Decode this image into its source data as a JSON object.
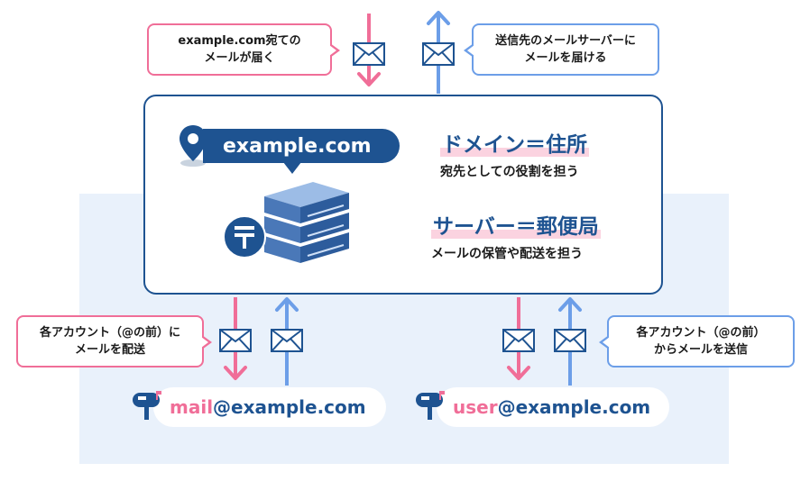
{
  "colors": {
    "navy": "#1e5391",
    "pink": "#f06e98",
    "blue": "#6c9ee8",
    "panel": "#e9f1fb",
    "highlight": "#fbd3e0"
  },
  "bubbles": {
    "top_left": [
      "example.com宛ての",
      "メールが届く"
    ],
    "top_right": [
      "送信先のメールサーバーに",
      "メールを届ける"
    ],
    "bottom_left": [
      "各アカウント（@の前）に",
      "メールを配送"
    ],
    "bottom_right": [
      "各アカウント（@の前）",
      "からメールを送信"
    ]
  },
  "domain_label": "example.com",
  "domain_heading": "ドメイン＝住所",
  "domain_sub": "宛先としての役割を担う",
  "server_heading": "サーバー＝郵便局",
  "server_sub": "メールの保管や配送を担う",
  "addresses": {
    "left": {
      "local": "mail",
      "domain": "@example.com"
    },
    "right": {
      "local": "user",
      "domain": "@example.com"
    }
  },
  "icons": [
    "map-pin-icon",
    "envelope-icon",
    "server-icon",
    "postal-mark-icon",
    "mailbox-icon"
  ]
}
